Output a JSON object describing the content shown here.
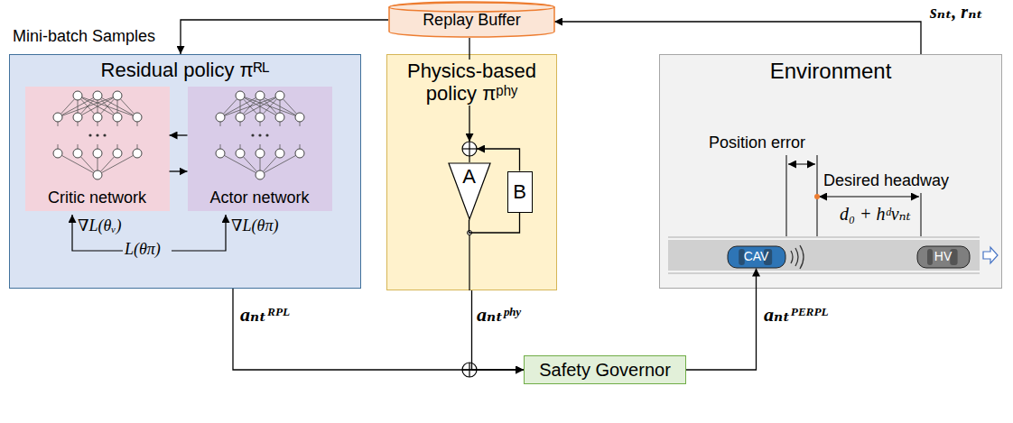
{
  "diagram": {
    "nodes": [
      {
        "text": [
          "Replay Buffer"
        ]
      },
      {
        "text": [
          "Residual policy πᴿᴸ"
        ]
      },
      {
        "text": [
          "Critic network"
        ],
        "in": 1
      },
      {
        "text": [
          "Actor network"
        ],
        "in": 1
      },
      {
        "text": [
          "Physics-based policy πᵖʰʸ"
        ]
      },
      {
        "text": [
          "A"
        ],
        "in": 4
      },
      {
        "text": [
          "B"
        ],
        "in": 4
      },
      {
        "text": [
          "Environment"
        ]
      },
      {
        "text": [
          "CAV"
        ],
        "in": 7
      },
      {
        "text": [
          "HV"
        ],
        "in": 7
      },
      {
        "text": [
          "Safety Governor"
        ]
      }
    ],
    "edges": [
      {
        "from": 7,
        "to": 0,
        "label": "sₙₜ, rₙₜ",
        "arrow": "to"
      },
      {
        "from": 0,
        "to": 1,
        "label": "Mini-batch Samples",
        "arrow": "to"
      },
      {
        "from": 0,
        "to": 4,
        "arrow": "to"
      },
      {
        "from": 3,
        "to": 2,
        "arrow": "to"
      },
      {
        "from": 2,
        "to": 3,
        "arrow": "to"
      },
      {
        "from": 5,
        "to": 6,
        "arrow": "none"
      },
      {
        "from": 6,
        "to": 5,
        "arrow": "to"
      },
      {
        "from": 1,
        "to": 10,
        "label": "aₙₜᴿᴾᴸ",
        "arrow": "to"
      },
      {
        "from": 4,
        "to": 10,
        "label": "aₙₜᵖʰʸ",
        "arrow": "to"
      },
      {
        "from": 10,
        "to": 8,
        "label": "aₙₜᴾᴱᴿᴾᴸ",
        "arrow": "to"
      }
    ],
    "labels": [
      "Position error",
      "Desired headway",
      "d₀ + hᵈvₙₜ",
      "∇L(θᵥ)",
      "L(θπ)",
      "∇L(θπ)"
    ]
  }
}
